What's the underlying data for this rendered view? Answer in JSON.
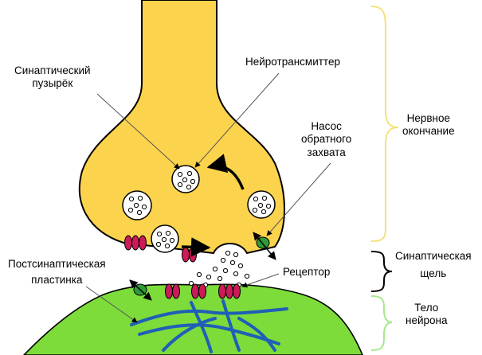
{
  "labels": {
    "synaptic_vesicle": [
      "Синаптический",
      "пузырёк"
    ],
    "neurotransmitter": "Нейротрансмиттер",
    "reuptake_pump": [
      "Насос",
      "обратного",
      "захвата"
    ],
    "nerve_ending": [
      "Нервное",
      "окончание"
    ],
    "postsynaptic_plate": [
      "Постсинаптическая",
      "пластинка"
    ],
    "receptor": "Рецептор",
    "synaptic_cleft": [
      "Синаптическая",
      "щель"
    ],
    "neuron_body": [
      "Тело",
      "нейрона"
    ]
  },
  "colors": {
    "terminal_fill": "#fcd34d",
    "bracket_yellow": "#f3e27a",
    "bracket_green": "#a7e88a",
    "neuron_fill": "#7ddc3a",
    "fibers": "#1f5fb8",
    "channel": "#cc1a5a",
    "pump": "#2e9a3a",
    "vesicle_fill": "#ffffff"
  }
}
